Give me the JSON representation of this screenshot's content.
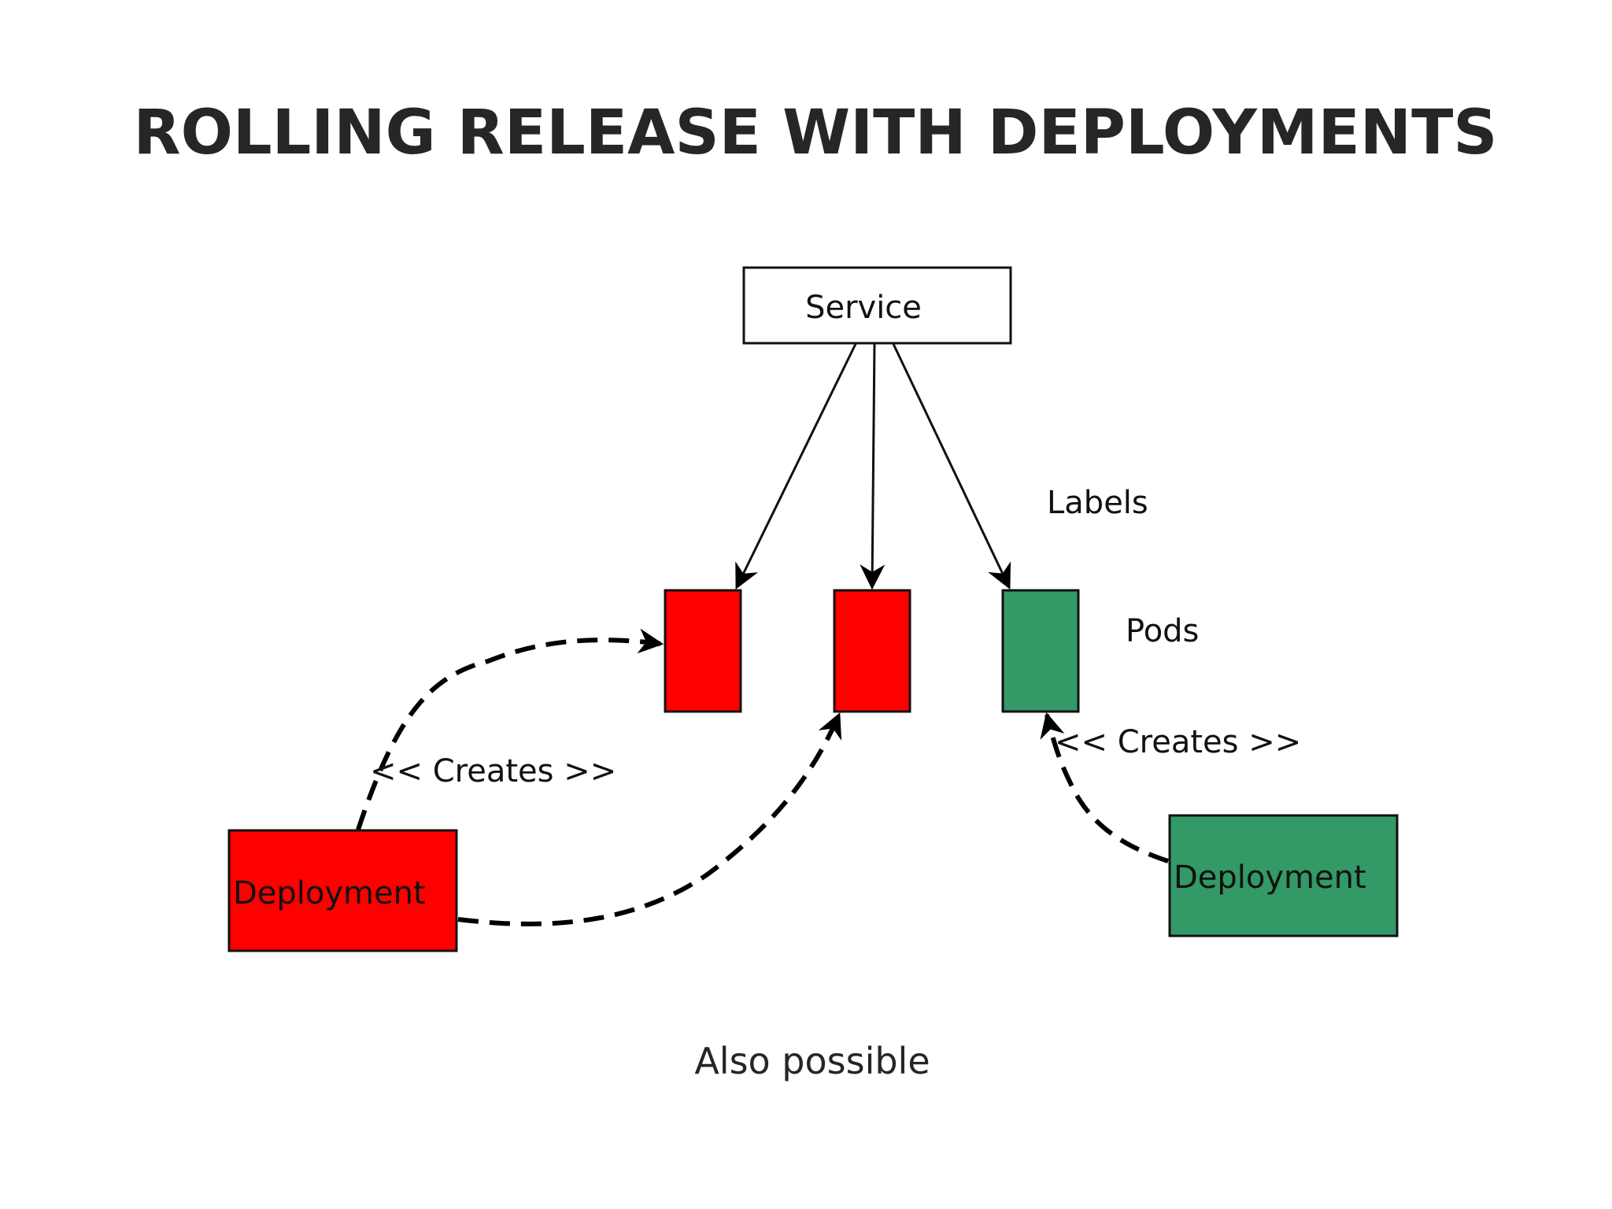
{
  "title": "ROLLING RELEASE WITH DEPLOYMENTS",
  "service": {
    "label": "Service",
    "fill": "#ffffff"
  },
  "labels_text": "Labels",
  "pods_text": "Pods",
  "pods": [
    {
      "fill": "#ff0000"
    },
    {
      "fill": "#ff0000"
    },
    {
      "fill": "#339966"
    }
  ],
  "deployments": [
    {
      "label": "Deployment",
      "fill": "#ff0000"
    },
    {
      "label": "Deployment",
      "fill": "#339966"
    }
  ],
  "creates_left": "<< Creates >>",
  "creates_right": "<< Creates >>",
  "caption": "Also possible"
}
